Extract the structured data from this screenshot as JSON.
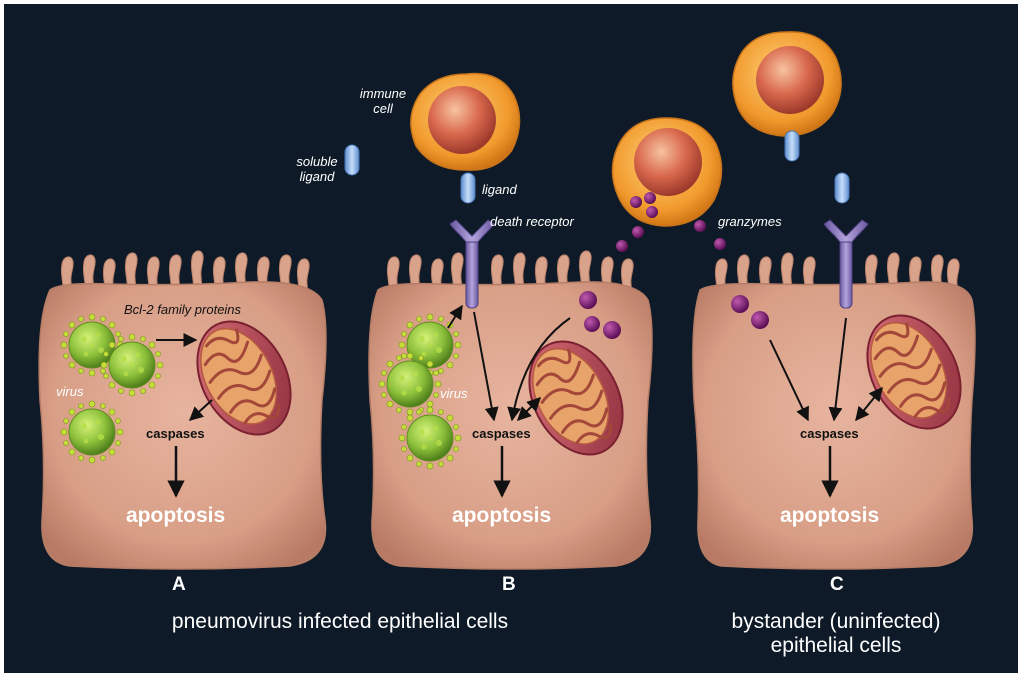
{
  "labels": {
    "bcl2": "Bcl-2 family proteins",
    "virus_a": "virus",
    "virus_b": "virus",
    "caspases_a": "caspases",
    "caspases_b": "caspases",
    "caspases_c": "caspases",
    "apoptosis_a": "apoptosis",
    "apoptosis_b": "apoptosis",
    "apoptosis_c": "apoptosis",
    "immune_cell": "immune cell",
    "soluble_ligand": "soluble ligand",
    "ligand": "ligand",
    "death_receptor": "death receptor",
    "granzymes": "granzymes"
  },
  "panels": {
    "a": "A",
    "b": "B",
    "c": "C"
  },
  "captions": {
    "left": "pneumovirus infected epithelial cells",
    "right": "bystander (uninfected) epithelial cells"
  },
  "colors": {
    "background": "#0e1a27",
    "cell": "#dba38c",
    "immune_cell_outer": "#f2a23c",
    "immune_cell_inner": "#d8684c",
    "virus": "#8fc33a",
    "mitochondrion": "#b94a55",
    "receptor": "#8a78b8",
    "ligand": "#8ab4e6",
    "granzyme": "#7a1f6e"
  }
}
